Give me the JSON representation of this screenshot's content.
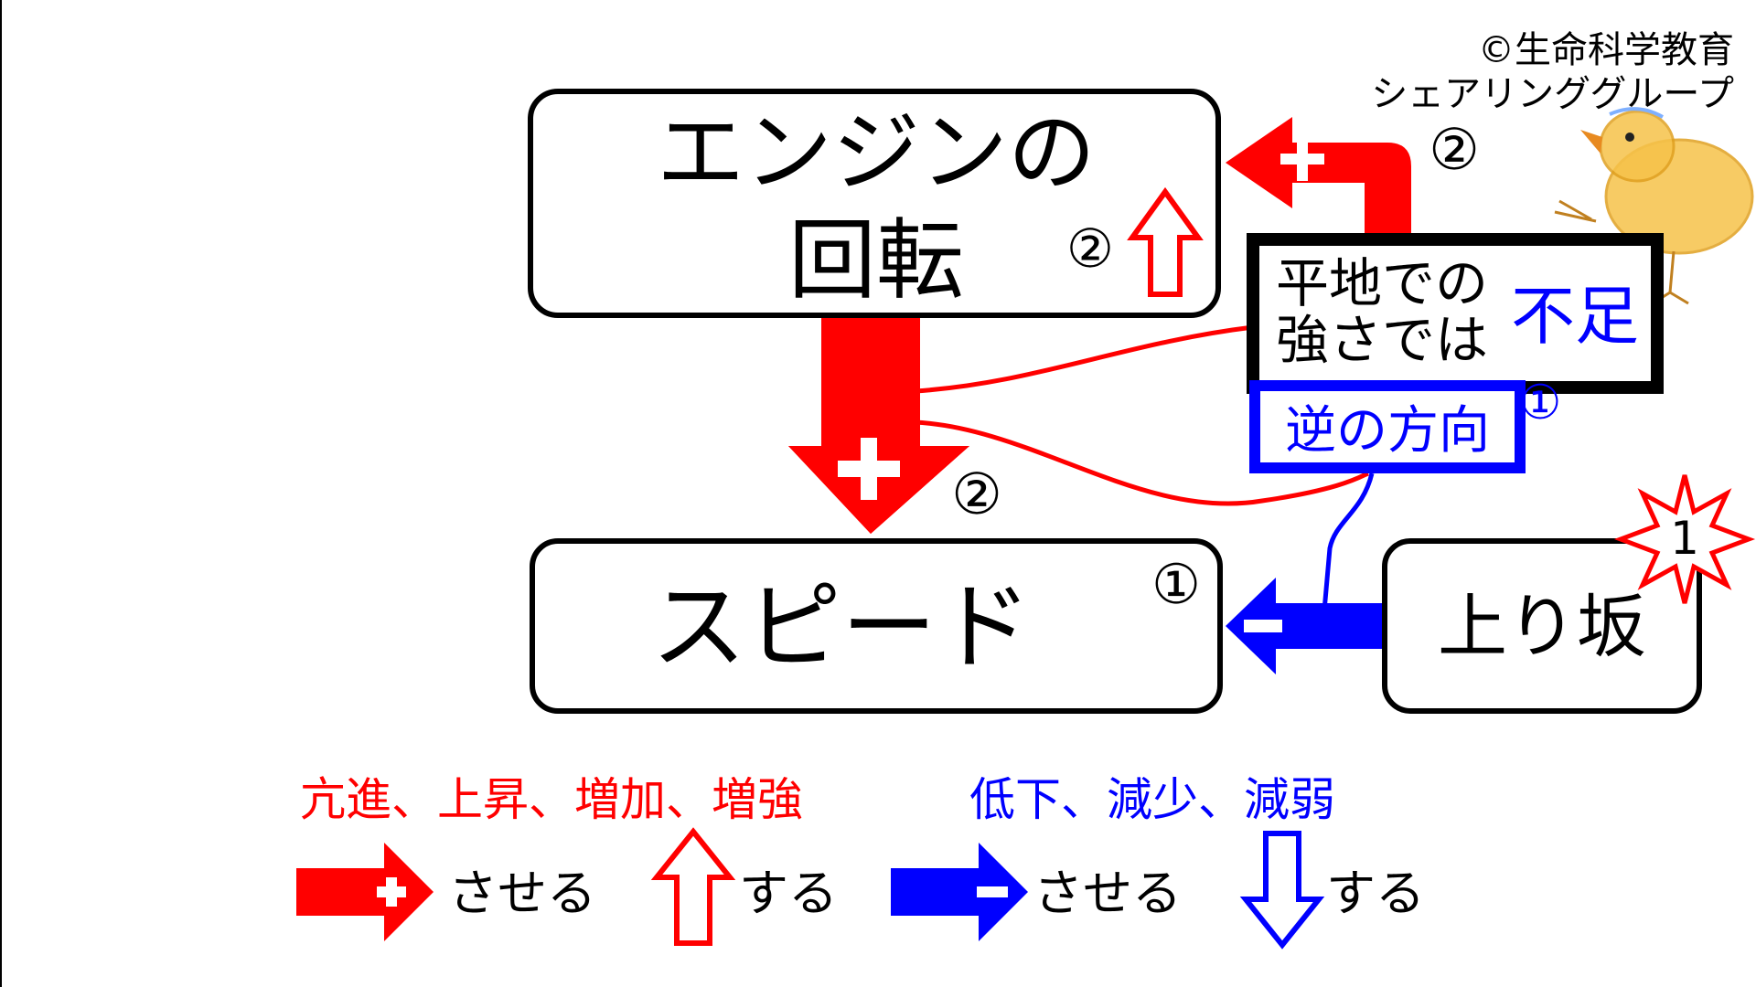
{
  "copyright": {
    "line1": "©生命科学教育",
    "line2": "シェアリンググループ"
  },
  "nodes": {
    "engine": {
      "line1": "エンジンの",
      "line2": "回転",
      "step": "②"
    },
    "speed": {
      "label": "スピード",
      "step": "①"
    },
    "slope": {
      "label": "上り坂",
      "badge": "1"
    },
    "flat": {
      "line1": "平地での",
      "line2": "強さでは",
      "lack": "不足"
    },
    "reverse": {
      "label": "逆の方向",
      "step": "①"
    }
  },
  "edges": {
    "flat_to_engine": {
      "sign": "+",
      "step": "②"
    },
    "engine_to_speed": {
      "sign": "+",
      "step": "②"
    },
    "slope_to_speed": {
      "sign": "−"
    }
  },
  "legend": {
    "increase_words": "亢進、上昇、増加、増強",
    "decrease_words": "低下、減少、減弱",
    "plus_caption": "させる",
    "up_caption": "する",
    "minus_caption": "させる",
    "down_caption": "する"
  },
  "colors": {
    "red": "#ff0000",
    "blue": "#0000ff",
    "box_border": "#000000"
  }
}
